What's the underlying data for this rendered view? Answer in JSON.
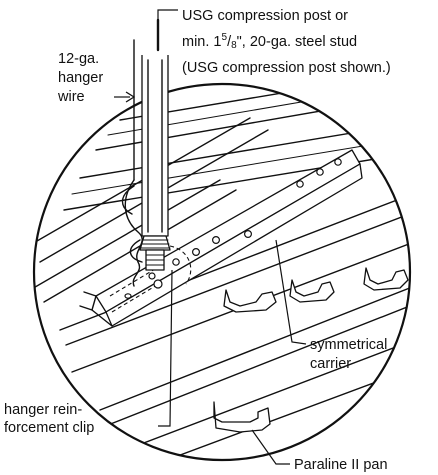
{
  "callouts": {
    "post_line1": "USG compression post or",
    "post_line2_prefix": "min. 1",
    "post_line2_num": "5",
    "post_line2_slash": "/",
    "post_line2_den": "8",
    "post_line2_suffix": "\", 20-ga. steel stud",
    "post_line3": "(USG compression post shown.)",
    "wire_line1": "12-ga.",
    "wire_line2": "hanger",
    "wire_line3": "wire",
    "carrier_line1": "symmetrical",
    "carrier_line2": "carrier",
    "clip_line1": "hanger rein-",
    "clip_line2": "forcement clip",
    "pan_line1": "Paraline II pan"
  }
}
